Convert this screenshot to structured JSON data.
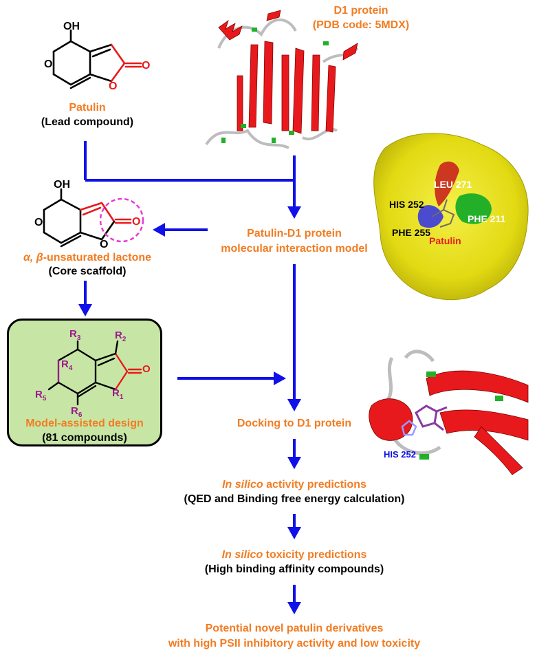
{
  "lead": {
    "name": "Patulin",
    "role": "(Lead compound)",
    "oh_label": "OH",
    "o_label": "O",
    "carbonyl_o_label": "O"
  },
  "protein": {
    "title": "D1 protein",
    "pdb": "(PDB code: 5MDX)"
  },
  "scaffold": {
    "name_prefix": "α, β",
    "name_suffix": "-unsaturated lactone",
    "role": "(Core scaffold)",
    "oh_label": "OH",
    "o_label": "O",
    "carbonyl_o_label": "O"
  },
  "interaction": {
    "line1": "Patulin-D1 protein",
    "line2": "molecular interaction model",
    "residues": {
      "leu": "LEU 271",
      "his": "HIS 252",
      "phe211": "PHE 211",
      "phe255": "PHE 255",
      "ligand": "Patulin"
    }
  },
  "design": {
    "title": "Model-assisted design",
    "count": "(81 compounds)",
    "r_labels": {
      "r1": "R1",
      "r2": "R2",
      "r3": "R3",
      "r4": "R4",
      "r5": "R5",
      "r6": "R6",
      "o": "O"
    }
  },
  "docking": {
    "label": "Docking to D1 protein",
    "residue": "HIS 252"
  },
  "activity": {
    "italic": "In silico",
    "rest": " activity predictions",
    "detail": "(QED and Binding free energy calculation)"
  },
  "toxicity": {
    "italic": "In silico",
    "rest": " toxicity predictions",
    "detail": "(High binding affinity compounds)"
  },
  "result": {
    "line1": "Potential novel patulin derivatives",
    "line2": "with high PSII inhibitory activity and low toxicity"
  },
  "colors": {
    "orange": "#f27c22",
    "arrow_blue": "#1010e8",
    "helix_red": "#e8191c",
    "surface_yellow": "#e8e21a",
    "box_green": "#c7e6a6",
    "r_purple": "#9b1a8c",
    "circle_magenta": "#e83ad8"
  }
}
